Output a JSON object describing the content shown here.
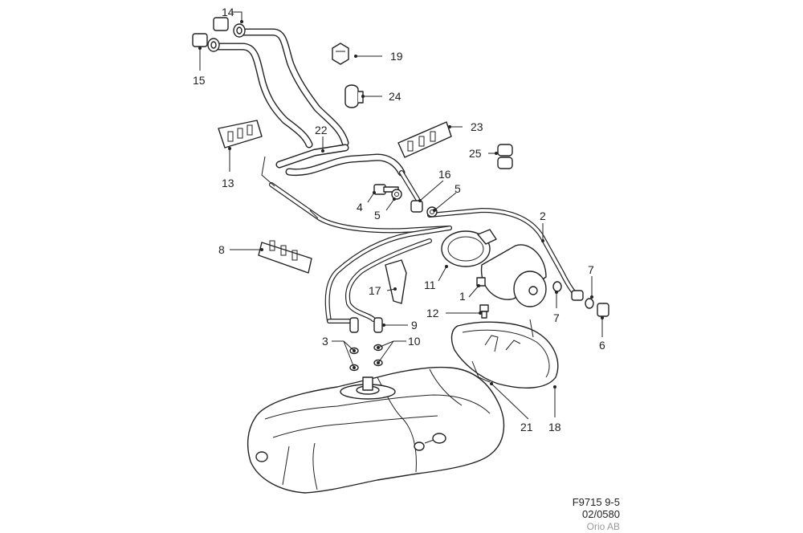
{
  "diagram": {
    "callouts": {
      "c1": "1",
      "c2": "2",
      "c3": "3",
      "c4": "4",
      "c5a": "5",
      "c5b": "5",
      "c6": "6",
      "c7a": "7",
      "c7b": "7",
      "c8": "8",
      "c9": "9",
      "c10": "10",
      "c11": "11",
      "c12": "12",
      "c13": "13",
      "c14": "14",
      "c15": "15",
      "c16": "16",
      "c17": "17",
      "c18": "18",
      "c19": "19",
      "c21": "21",
      "c22": "22",
      "c23": "23",
      "c24": "24",
      "c25": "25"
    },
    "reference": {
      "figure_code": "F9715 9-5",
      "date_code": "02/0580",
      "publisher": "Orio AB"
    }
  }
}
